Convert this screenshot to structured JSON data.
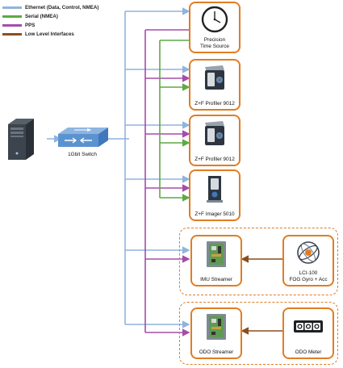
{
  "legend": [
    {
      "label": "Ethernet (Data, Control, NMEA)",
      "color": "#8fb4de"
    },
    {
      "label": "Serial (NMEA)",
      "color": "#5daa44"
    },
    {
      "label": "PPS",
      "color": "#a54da9"
    },
    {
      "label": "Low Level Interfaces",
      "color": "#8a4f1f"
    }
  ],
  "colors": {
    "device_border": "#e07d24",
    "ethernet": "#8fb4de",
    "serial": "#5daa44",
    "pps": "#a54da9",
    "low_level": "#8a4f1f"
  },
  "devices": {
    "time_source": {
      "line1": "Precision",
      "line2": "Time Source",
      "icon": "clock-icon"
    },
    "profiler_1": {
      "label": "Z+F Profiler 9012",
      "icon": "laser-scanner-icon"
    },
    "profiler_2": {
      "label": "Z+F Profiler 9012",
      "icon": "laser-scanner-icon"
    },
    "imager": {
      "label": "Z+F Imager 5010",
      "icon": "laser-scanner-icon"
    },
    "imu_streamer": {
      "label": "IMU Streamer",
      "icon": "circuit-board-icon"
    },
    "lci": {
      "line1": "LCI-100",
      "line2": "FOG Gyro + Acc",
      "icon": "gyroscope-icon"
    },
    "odo_streamer": {
      "label": "ODO Streamer",
      "icon": "circuit-board-icon"
    },
    "odo_meter": {
      "label": "ODO Meter",
      "icon": "odometer-icon"
    }
  },
  "switch": {
    "label": "1Gbit Switch",
    "icon": "network-switch-icon"
  },
  "server": {
    "icon": "server-tower-icon"
  }
}
